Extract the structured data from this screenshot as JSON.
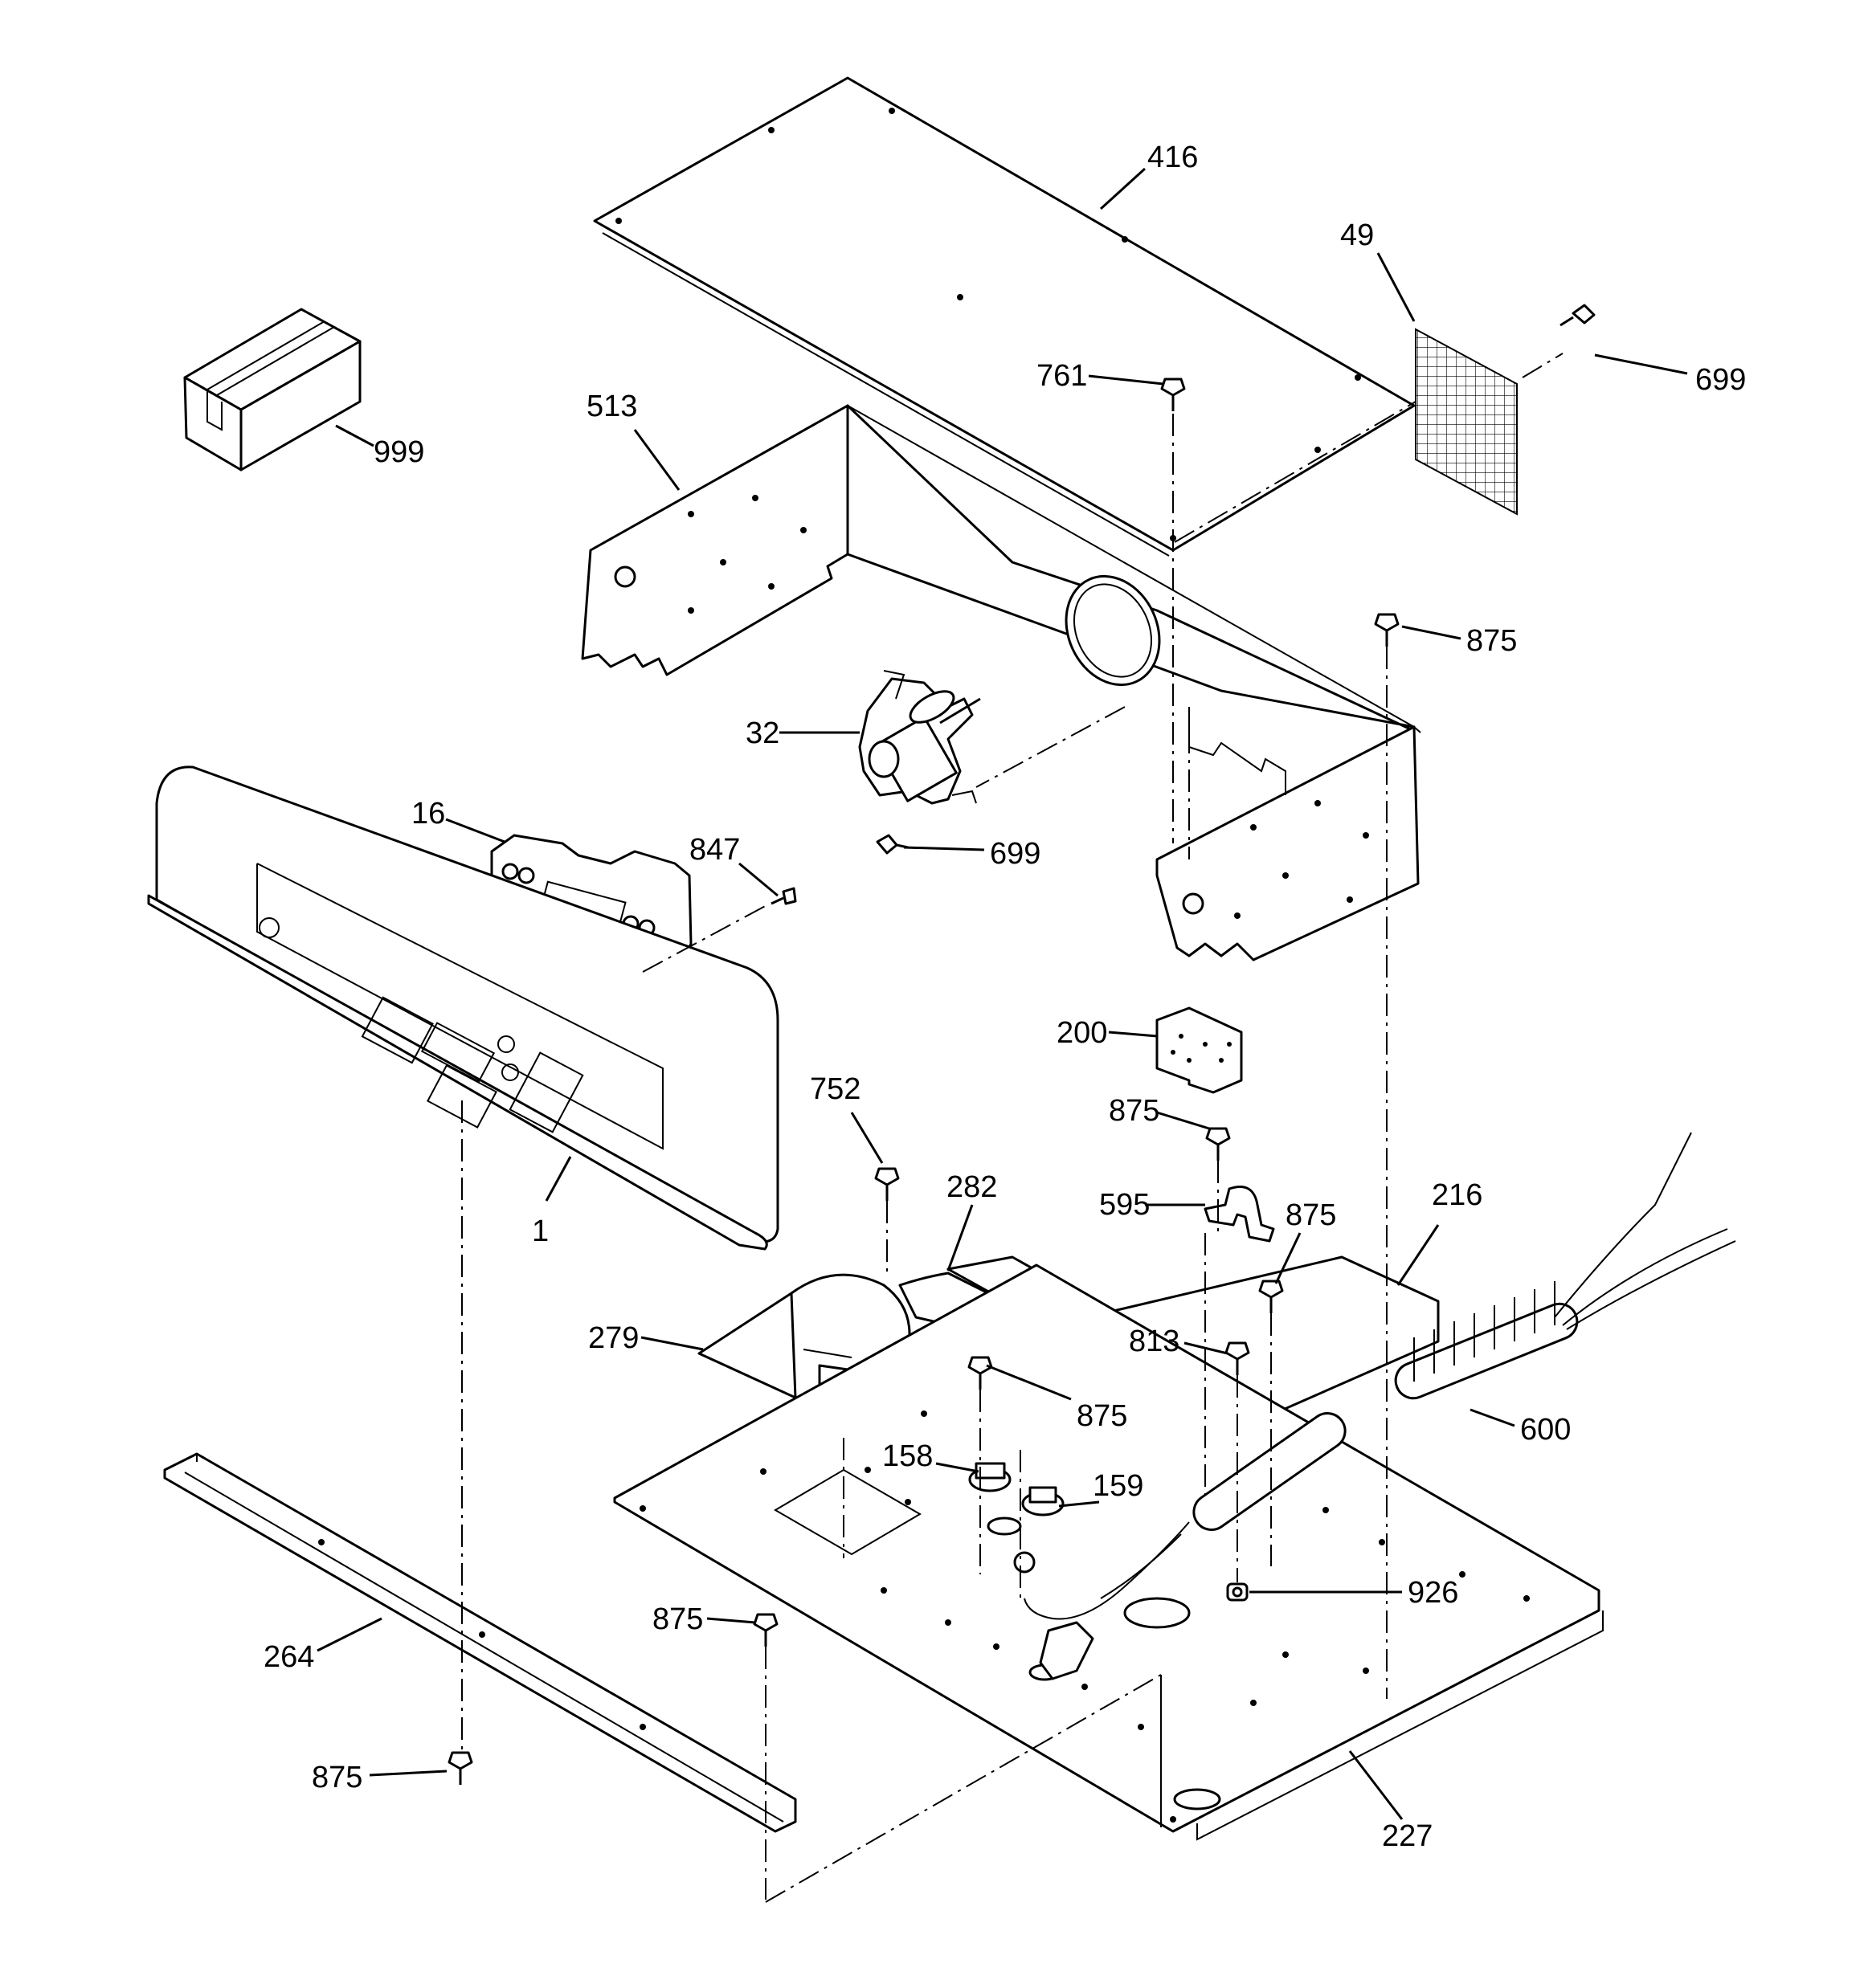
{
  "labels": {
    "p416": "416",
    "p49": "49",
    "p699_top": "699",
    "p761": "761",
    "p513": "513",
    "p999": "999",
    "p875_a": "875",
    "p32": "32",
    "p16": "16",
    "p847": "847",
    "p699_mid": "699",
    "p200": "200",
    "p875_b": "875",
    "p752": "752",
    "p282": "282",
    "p595": "595",
    "p875_c": "875",
    "p216": "216",
    "p1": "1",
    "p279": "279",
    "p813": "813",
    "p875_d": "875",
    "p600": "600",
    "p158": "158",
    "p159": "159",
    "p926": "926",
    "p875_e": "875",
    "p264": "264",
    "p875_f": "875",
    "p227": "227"
  }
}
